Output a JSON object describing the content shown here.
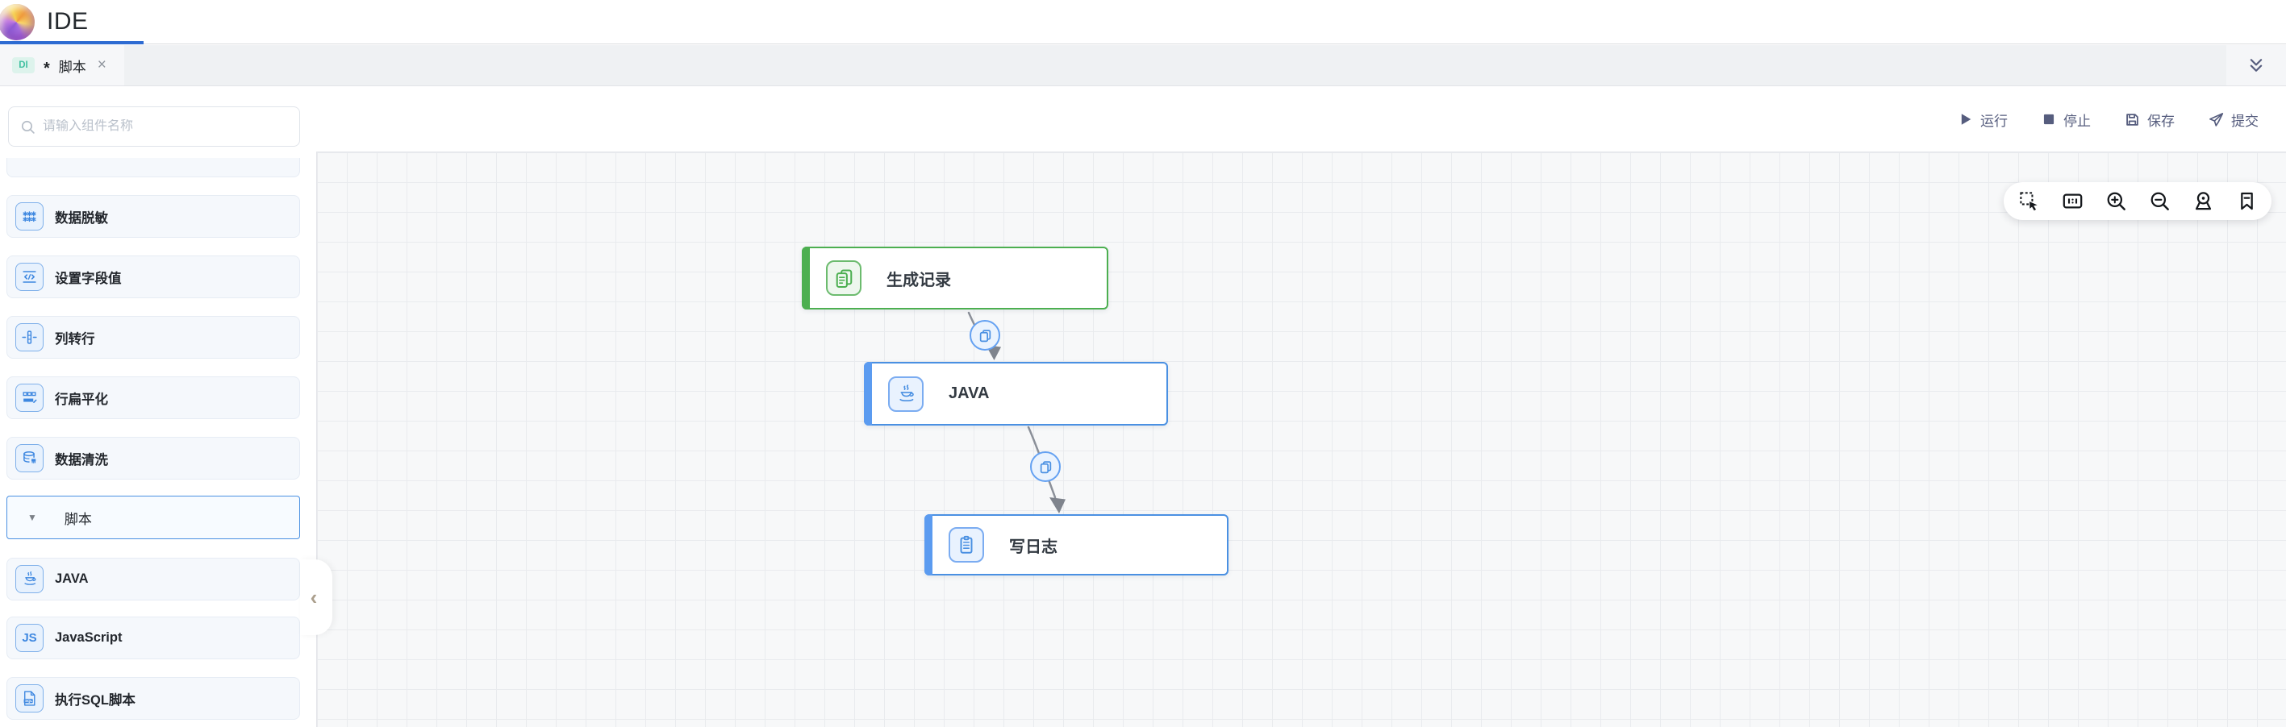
{
  "header": {
    "title": "IDE"
  },
  "tabs": {
    "active": {
      "badge": "DI",
      "dirty_marker": "*",
      "label": "脚本",
      "close_glyph": "×"
    }
  },
  "actions": {
    "run": "运行",
    "stop": "停止",
    "save": "保存",
    "submit": "提交"
  },
  "component_panel": {
    "search": {
      "placeholder": "请输入组件名称"
    },
    "items": [
      {
        "label": "数据脱敏",
        "icon": "masking-icon"
      },
      {
        "label": "设置字段值",
        "icon": "set-field-value-icon"
      },
      {
        "label": "列转行",
        "icon": "column-to-row-icon"
      },
      {
        "label": "行扁平化",
        "icon": "row-flatten-icon"
      },
      {
        "label": "数据清洗",
        "icon": "data-clean-icon"
      }
    ],
    "script_group": {
      "label": "脚本",
      "state": "expanded",
      "caret_glyph": "▼"
    },
    "script_items": [
      {
        "label": "JAVA",
        "icon": "java-cup-icon"
      },
      {
        "label": "JavaScript",
        "icon": "js-icon",
        "icon_text": "JS"
      },
      {
        "label": "执行SQL脚本",
        "icon": "sql-file-icon",
        "icon_text": "SQL"
      }
    ],
    "collapse_glyph": "‹"
  },
  "flow": {
    "nodes": [
      {
        "label": "生成记录",
        "accent_color": "#4caf50",
        "icon": "copy-document-icon"
      },
      {
        "label": "JAVA",
        "accent_color": "#4a90e2",
        "icon": "java-cup-icon"
      },
      {
        "label": "写日志",
        "accent_color": "#4a90e2",
        "icon": "log-document-icon"
      }
    ],
    "edges": [
      {
        "from": "生成记录",
        "to": "JAVA",
        "badge_icon": "copy-icon"
      },
      {
        "from": "JAVA",
        "to": "写日志",
        "badge_icon": "copy-icon"
      }
    ],
    "canvas_toolbar_icons": [
      "marquee-select",
      "zoom-reset-1:1",
      "zoom-in",
      "zoom-out",
      "locate",
      "bookmark"
    ]
  },
  "colors": {
    "accent_blue": "#2d6bd2",
    "node_green": "#4caf50",
    "node_blue": "#4a90e2",
    "action_slate": "#565d7e",
    "badge_teal_bg": "#ddf3ec",
    "badge_teal_fg": "#41c0a1",
    "canvas_bg": "#f7f8f9",
    "grid_line": "#e9ebee"
  }
}
